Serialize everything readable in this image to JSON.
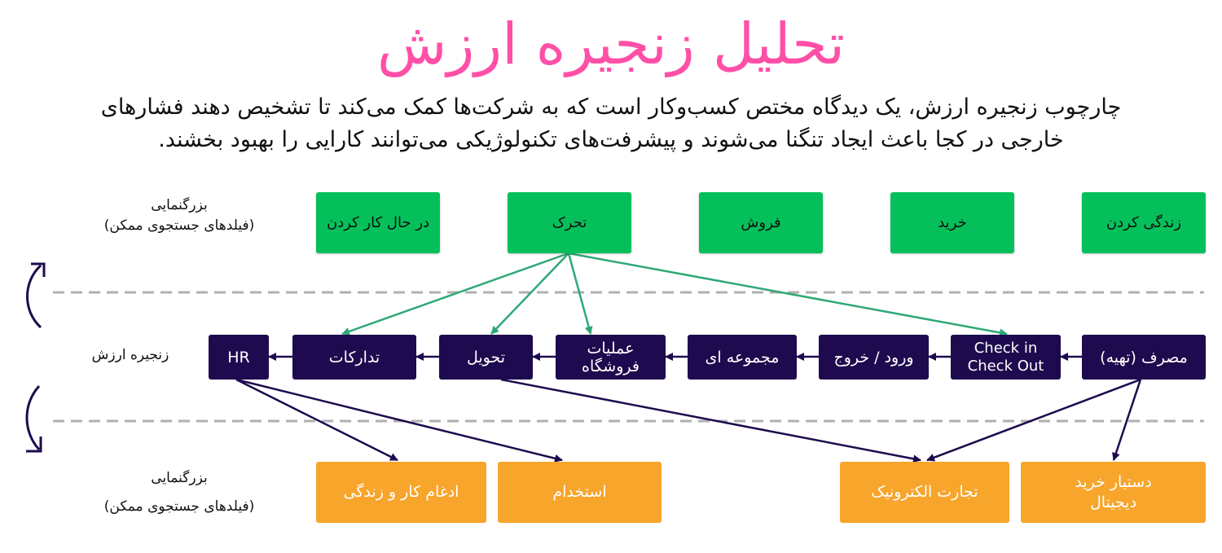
{
  "title": "تحلیل زنجیره ارزش",
  "subtitle": {
    "line1": "چارچوب زنجیره ارزش، یک دیدگاه مختص کسب‌وکار است که به شرکت‌ها کمک می‌کند تا تشخیص دهند فشارهای",
    "line2": "خارجی در کجا باعث ایجاد تنگنا می‌شوند و پیشرفت‌های تکنولوژیکی می‌توانند کارایی را بهبود بخشند."
  },
  "labels": {
    "zoom_top": "بزرگنمایی",
    "fields_top": "(فیلدهای جستجوی ممکن)",
    "value_chain": "زنجیره ارزش",
    "zoom_bottom": "بزرگنمایی",
    "fields_bottom": "(فیلدهای جستجوی ممکن)"
  },
  "top_boxes": {
    "living": "زندگی کردن",
    "buying": "خرید",
    "selling": "فروش",
    "moving": "تحرک",
    "working": "در حال کار کردن"
  },
  "chain": {
    "consumption": "مصرف (تهیه)",
    "checkin_line1": "Check in",
    "checkin_line2": "Check Out",
    "inout": "ورود / خروج",
    "collection": "مجموعه ای",
    "store_ops_line1": "عملیات",
    "store_ops_line2": "فروشگاه",
    "delivery": "تحویل",
    "procurement": "تدارکات",
    "hr": "HR"
  },
  "bottom_boxes": {
    "digital_assistant_line1": "دستیار خرید",
    "digital_assistant_line2": "دیجیتال",
    "ecommerce": "تجارت الکترونیک",
    "hiring": "استخدام",
    "work_life": "ادغام کار و زندگی"
  },
  "colors": {
    "title": "#ff4fa7",
    "green": "#05c05a",
    "navy": "#1e0a4e",
    "orange": "#f7a52b",
    "green_arrow": "#2fa876",
    "dashed_line": "#b0b0b0"
  }
}
